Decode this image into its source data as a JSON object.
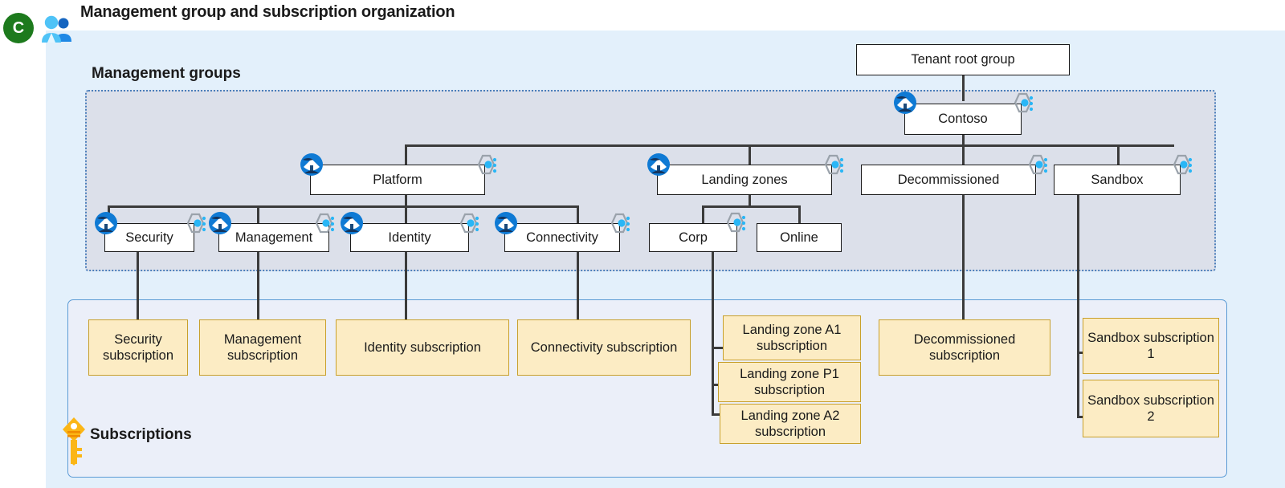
{
  "page": {
    "title": "Management group and subscription organization",
    "badge_letter": "C"
  },
  "sections": {
    "management_groups_label": "Management groups",
    "subscriptions_label": "Subscriptions"
  },
  "icons": {
    "tenant_badge": "contoso-c-icon",
    "people": "users-icon",
    "key": "key-icon",
    "policy": "azure-policy-icon",
    "management_group": "management-group-icon"
  },
  "colors": {
    "outer_panel": "#e3f0fb",
    "mg_region": "#dce0ea",
    "mg_region_border": "#4a7ebb",
    "sub_region": "#ebeff9",
    "sub_region_border": "#5b9bd5",
    "node_fill": "#ffffff",
    "node_border": "#1a1a1a",
    "subscription_fill": "#fcecc4",
    "subscription_border": "#c8a02c",
    "connector": "#3b3b3b",
    "badge_green": "#1d7a1d",
    "policy_blue": "#0f7ad4",
    "key_gold": "#f5a623"
  },
  "management_groups": {
    "tenant_root": {
      "label": "Tenant root group",
      "has_policy_icon": false,
      "has_mg_icon": false
    },
    "root": {
      "label": "Contoso",
      "has_policy_icon": true,
      "has_mg_icon": true
    },
    "tier2": [
      {
        "label": "Platform",
        "has_policy_icon": true,
        "has_mg_icon": true
      },
      {
        "label": "Landing zones",
        "has_policy_icon": true,
        "has_mg_icon": true
      },
      {
        "label": "Decommissioned",
        "has_policy_icon": false,
        "has_mg_icon": true
      },
      {
        "label": "Sandbox",
        "has_policy_icon": false,
        "has_mg_icon": true
      }
    ],
    "platform_children": [
      {
        "label": "Security",
        "has_policy_icon": true,
        "has_mg_icon": true
      },
      {
        "label": "Management",
        "has_policy_icon": true,
        "has_mg_icon": true
      },
      {
        "label": "Identity",
        "has_policy_icon": true,
        "has_mg_icon": true
      },
      {
        "label": "Connectivity",
        "has_policy_icon": true,
        "has_mg_icon": true
      }
    ],
    "landing_zone_children": [
      {
        "label": "Corp",
        "has_policy_icon": false,
        "has_mg_icon": true
      },
      {
        "label": "Online",
        "has_policy_icon": false,
        "has_mg_icon": false
      }
    ]
  },
  "subscriptions": {
    "platform": [
      {
        "label": "Security subscription"
      },
      {
        "label": "Management subscription"
      },
      {
        "label": "Identity subscription"
      },
      {
        "label": "Connectivity subscription"
      }
    ],
    "landing_zones": [
      {
        "label": "Landing zone A1 subscription"
      },
      {
        "label": "Landing zone P1 subscription"
      },
      {
        "label": "Landing zone A2 subscription"
      }
    ],
    "decommissioned": [
      {
        "label": "Decommissioned subscription"
      }
    ],
    "sandbox": [
      {
        "label": "Sandbox subscription 1"
      },
      {
        "label": "Sandbox subscription 2"
      }
    ]
  }
}
